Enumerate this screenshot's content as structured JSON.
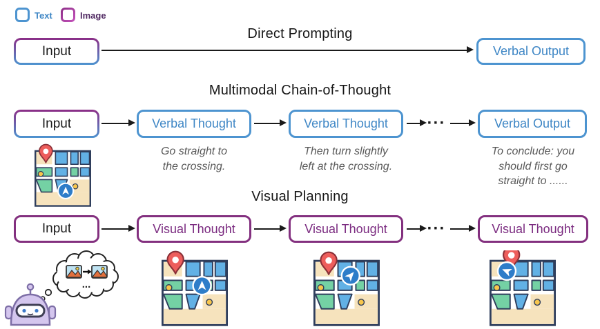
{
  "legend": {
    "text_label": "Text",
    "image_label": "Image"
  },
  "colors": {
    "text_accent": "#3E86C5",
    "image_accent": "#83307F",
    "caption_gray": "#595959"
  },
  "sections": {
    "direct": {
      "title": "Direct Prompting",
      "input_label": "Input",
      "output_label": "Verbal Output"
    },
    "mcot": {
      "title": "Multimodal Chain-of-Thought",
      "input_label": "Input",
      "step1_label": "Verbal Thought",
      "step2_label": "Verbal Thought",
      "ellipsis": "···",
      "output_label": "Verbal Output",
      "caption1_line1": "Go straight to",
      "caption1_line2": "the crossing.",
      "caption2_line1": "Then turn slightly",
      "caption2_line2": "left at the crossing.",
      "caption3_line1": "To conclude: you",
      "caption3_line2": "should first go",
      "caption3_line3": "straight to ......"
    },
    "visual": {
      "title": "Visual Planning",
      "input_label": "Input",
      "step1_label": "Visual Thought",
      "step2_label": "Visual Thought",
      "ellipsis": "···",
      "step3_label": "Visual Thought",
      "thought_ellipsis": "..."
    }
  }
}
